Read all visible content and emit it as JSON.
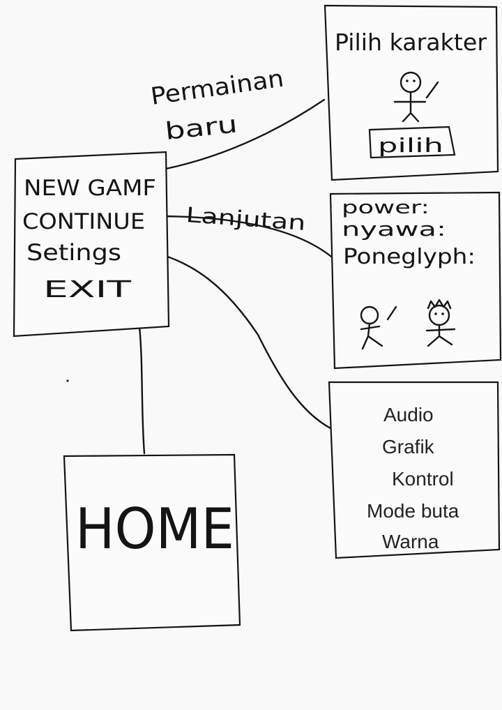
{
  "menu": {
    "items": [
      "NEW GAMF",
      "CONTINUE",
      "Setings",
      "EXIT"
    ]
  },
  "connectors": {
    "new_game": [
      "Permainan",
      "baru"
    ],
    "continue": "Lanjutan"
  },
  "character_select": {
    "title": "Pilih karakter",
    "button": "pilih"
  },
  "continue_screen": {
    "stats": [
      "power:",
      "nyawa:",
      "Poneglyph:"
    ]
  },
  "settings": {
    "options": [
      "Audio",
      "Grafik",
      "Kontrol",
      "Mode buta",
      "Warna"
    ]
  },
  "home": {
    "label": "HOME"
  }
}
